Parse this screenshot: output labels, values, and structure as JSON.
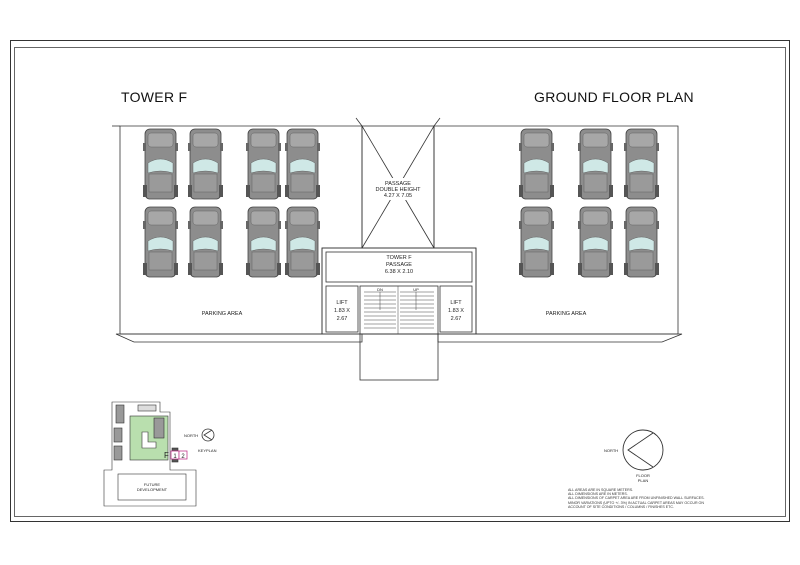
{
  "titles": {
    "left": "TOWER F",
    "right": "GROUND FLOOR PLAN"
  },
  "plan": {
    "passage_top": {
      "label": "PASSAGE",
      "sub": "DOUBLE HEIGHT",
      "dims": "4.27 X 7.05"
    },
    "tower_label": "TOWER F",
    "passage_mid": {
      "label": "PASSAGE",
      "dims": "6.38 X 2.10"
    },
    "lift_left": {
      "label": "LIFT",
      "w": "1.83 X",
      "h": "2.67"
    },
    "lift_right": {
      "label": "LIFT",
      "w": "1.83 X",
      "h": "2.67"
    },
    "stair_dn": "DN",
    "stair_up": "UP",
    "parking_left": "PARKING AREA",
    "parking_right": "PARKING AREA"
  },
  "keyplan": {
    "north": "NORTH",
    "label": "KEYPLAN",
    "tower_letter": "F",
    "units": [
      "1",
      "2"
    ],
    "future_dev": "FUTURE\nDEVELOPMENT"
  },
  "floor_north": {
    "north": "NORTH",
    "label_1": "FLOOR",
    "label_2": "PLAN"
  },
  "notes": [
    "ALL AREAS ARE IN SQUARE METERS.",
    "ALL DIMENSIONS ARE IN METERS.",
    "ALL DIMENSIONS OF CARPET AREA ARE FROM UNFINISHED WALL SURFACES.",
    "MINOR VARIATIONS (UPTO +/- 3%) IN ACTUAL CARPET AREAS MAY OCCUR ON",
    "ACCOUNT OF SITE CONDITIONS / COLUMNS / FINISHES ETC."
  ],
  "colors": {
    "car_body": "#8d8d8d",
    "car_glass": "#cfe8e6",
    "green_area": "#b9dfae",
    "line": "#333333",
    "accent_pink": "#c0398c"
  }
}
